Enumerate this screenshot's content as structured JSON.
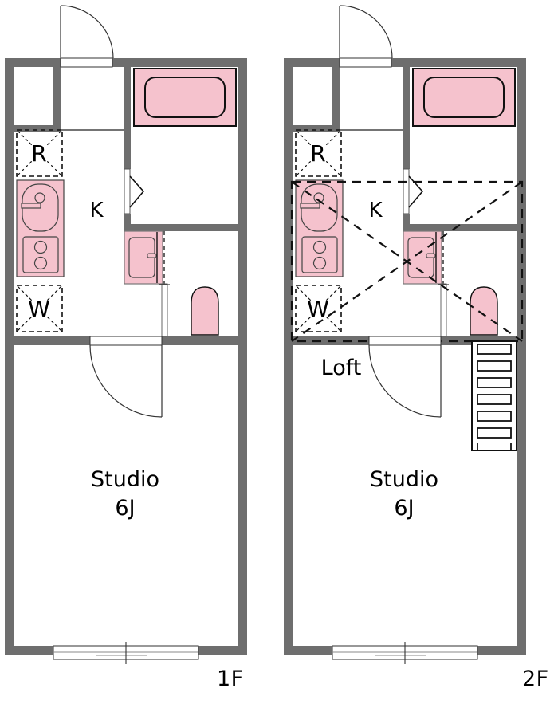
{
  "document": {
    "kind": "apartment-floor-plan",
    "unit_type": "Studio",
    "floors": [
      {
        "id": "1f",
        "floor_label": "1F",
        "rooms": [
          {
            "name": "Studio",
            "size": "6J"
          },
          {
            "name": "K"
          }
        ],
        "appliance_markers": [
          {
            "code": "R",
            "meaning": "refrigerator-space"
          },
          {
            "code": "W",
            "meaning": "washing-machine-space"
          }
        ],
        "fixtures": [
          "bathtub",
          "kitchen-sink",
          "gas-stove",
          "washbasin",
          "toilet",
          "entry-closet"
        ],
        "openings": [
          "entry-door",
          "bathroom-folding-door",
          "toilet-sliding-door",
          "room-door",
          "balcony-window"
        ]
      },
      {
        "id": "2f",
        "floor_label": "2F",
        "rooms": [
          {
            "name": "Studio",
            "size": "6J"
          },
          {
            "name": "K"
          },
          {
            "name": "Loft"
          }
        ],
        "appliance_markers": [
          {
            "code": "R",
            "meaning": "refrigerator-space"
          },
          {
            "code": "W",
            "meaning": "washing-machine-space"
          }
        ],
        "fixtures": [
          "bathtub",
          "kitchen-sink",
          "gas-stove",
          "washbasin",
          "toilet",
          "entry-closet",
          "loft-ladder"
        ],
        "openings": [
          "entry-door",
          "bathroom-folding-door",
          "toilet-sliding-door",
          "room-door",
          "balcony-window"
        ],
        "loft_area_label": "Loft"
      }
    ],
    "labels": {
      "studio": "Studio",
      "studio_size": "6J",
      "kitchen": "K",
      "refrigerator": "R",
      "washer": "W",
      "loft": "Loft",
      "floor_1": "1F",
      "floor_2": "2F"
    },
    "colors": {
      "wall": "#6e6e6e",
      "fixture_fill": "#f5c2cd",
      "fixture_stroke": "#1a1a1a",
      "thin_line": "#222222",
      "background": "#ffffff",
      "text": "#000000"
    }
  }
}
